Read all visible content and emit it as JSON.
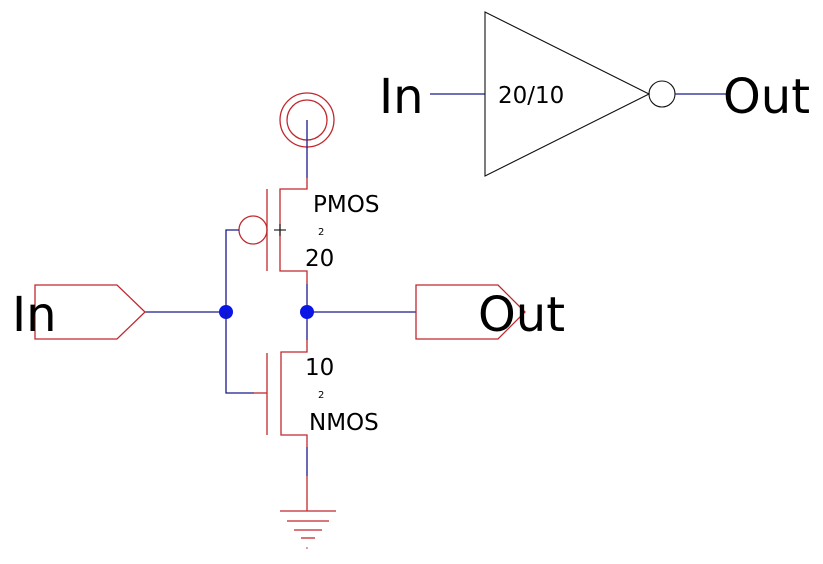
{
  "inverter_symbol": {
    "input_label": "In",
    "output_label": "Out",
    "size_ratio": "20/10"
  },
  "schematic": {
    "input_pin_label": "In",
    "output_pin_label": "Out",
    "pmos": {
      "type_label": "PMOS",
      "width": "20",
      "length": "2"
    },
    "nmos": {
      "type_label": "NMOS",
      "width": "10",
      "length": "2"
    }
  },
  "colors": {
    "device": "#c0282d",
    "wire": "#1a1a8c",
    "node": "#0a16e6",
    "symbol": "#111111"
  }
}
